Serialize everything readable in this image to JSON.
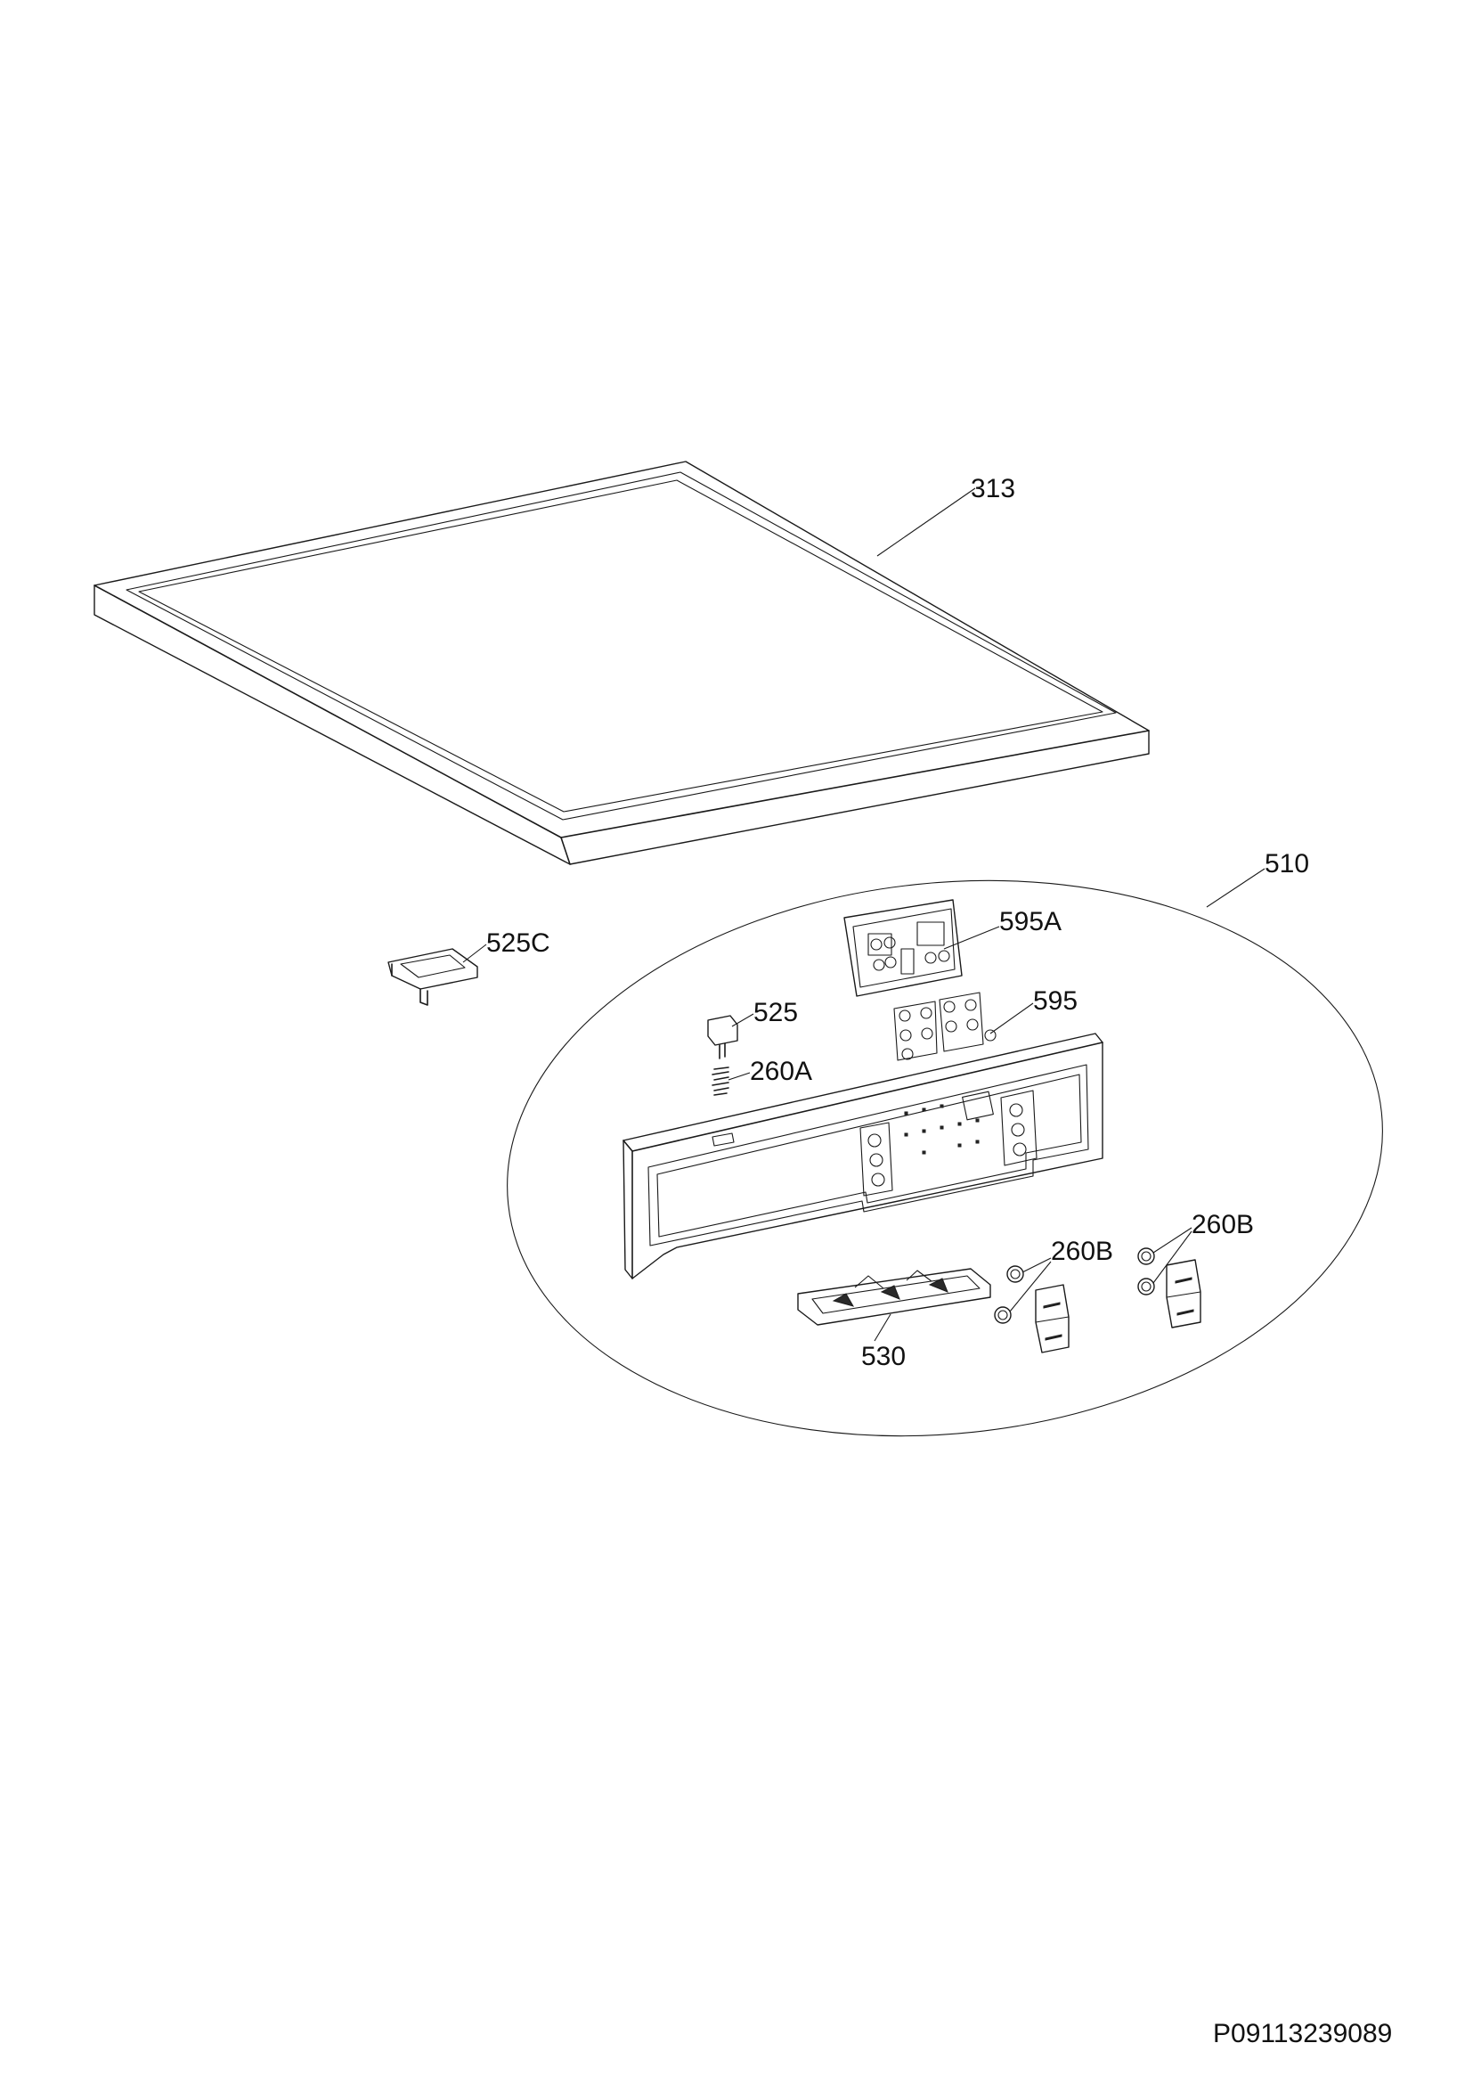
{
  "labels": {
    "l313": "313",
    "l510": "510",
    "l525c": "525C",
    "l595a": "595A",
    "l525": "525",
    "l595": "595",
    "l260a": "260A",
    "l260b_left": "260B",
    "l260b_right": "260B",
    "l530": "530"
  },
  "document_code": "P09113239089"
}
